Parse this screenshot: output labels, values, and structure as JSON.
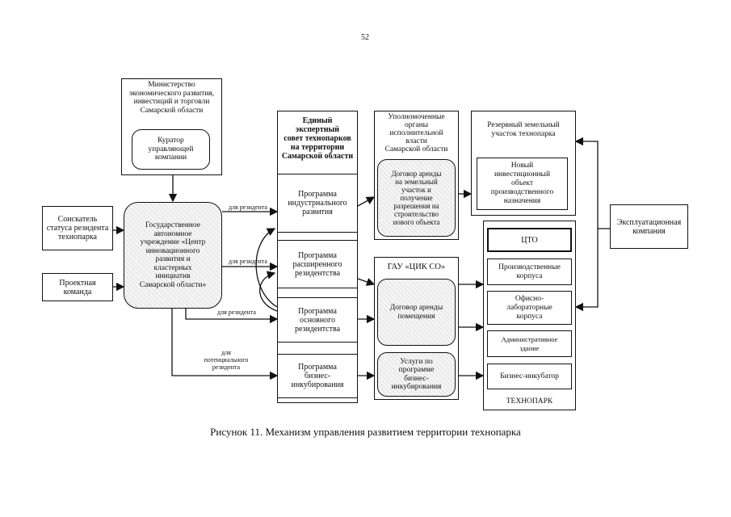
{
  "page_number": "52",
  "caption": "Рисунок 11. Механизм управления развитием территории технопарка",
  "ministry": {
    "title": "Министерство\nэкономического развития,\nинвестиций и торговли\nСамарской области",
    "curator": "Куратор\nуправляющей\nкомпании"
  },
  "applicant": "Соискатель\nстатуса резидента\nтехнопарка",
  "project_team": "Проектная\nкоманда",
  "center": "Государственное\nавтономное\nучреждение «Центр\nинновационного\nразвития и\nкластерных\nинициатив\nСамарской области»",
  "council": "Единый\nэкспертный\nсовет технопарков\nна территории\nСамарской области",
  "programs": {
    "industrial": "Программа\nиндустриального\nразвития",
    "extended": "Программа\nрасширенного\nрезидентства",
    "basic": "Программа\nосновного\nрезидентства",
    "incubation": "Программа\nбизнес-\nинкубирования"
  },
  "arrow_labels": {
    "for_resident_1": "для резидента",
    "for_resident_2": "для резидента",
    "for_resident_3": "для резидента",
    "for_potential": "для\nпотенциального\nрезидента"
  },
  "authorities": {
    "title": "Уполномоченные\nорганы\nисполнительной\nвласти\nСамарской области",
    "contract": "Договор аренды\nна земельный\nучасток и\nполучение\nразрешения на\nстроительство\nнового объекта"
  },
  "gau": {
    "title": "ГАУ «ЦИК СО»",
    "rent": "Договор аренды\nпомещения",
    "services": "Услуги по\nпрограмме\nбизнес-\nинкубирования"
  },
  "reserve": {
    "title": "Резервный земельный\nучасток технопарка",
    "new_object": "Новый\nинвестиционный\nобъект\nпроизводственного\nназначения"
  },
  "technopark": {
    "title": "ТЕХНОПАРК",
    "cto": "ЦТО",
    "production": "Производственные\nкорпуса",
    "office_lab": "Офисно-\nлабораторные\nкорпуса",
    "admin": "Административное\nздание",
    "incubator": "Бизнес-инкубатор"
  },
  "operating_company": "Эксплуатационная\nкомпания"
}
